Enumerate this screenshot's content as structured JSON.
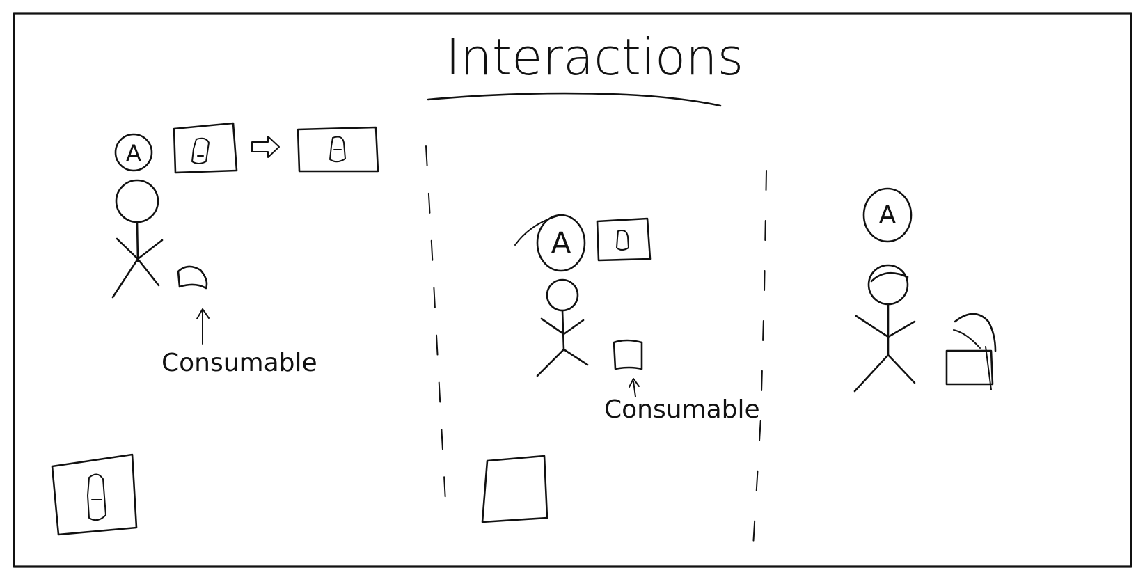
{
  "title": "Interactions",
  "bubble_letter": "A",
  "consumable_label": "Consumable",
  "colors": {
    "ink": "#111111",
    "paper": "#ffffff"
  }
}
